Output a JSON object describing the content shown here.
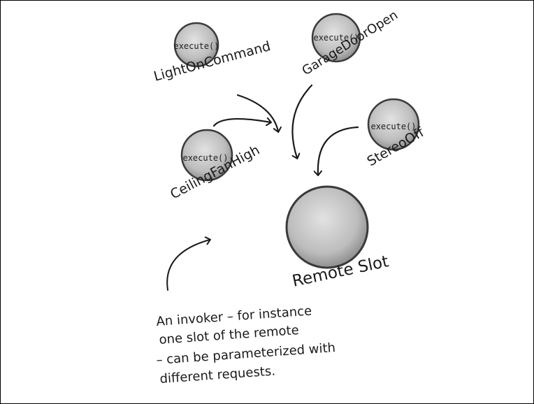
{
  "commands": [
    {
      "method": "execute()",
      "label": "LightOnCommand"
    },
    {
      "method": "execute()",
      "label": "GarageDoorOpen"
    },
    {
      "method": "execute()",
      "label": "StereoOff"
    },
    {
      "method": "execute()",
      "label": "CeilingFanHigh"
    }
  ],
  "invoker": {
    "label": "Remote Slot"
  },
  "note": {
    "lines": [
      "An invoker – for instance",
      "one slot of the remote",
      "– can be parameterized with",
      "different requests."
    ]
  },
  "colors": {
    "orb_fill": "#c8c8c8",
    "orb_stroke": "#3a3a3a",
    "ink": "#1a1a1a"
  }
}
